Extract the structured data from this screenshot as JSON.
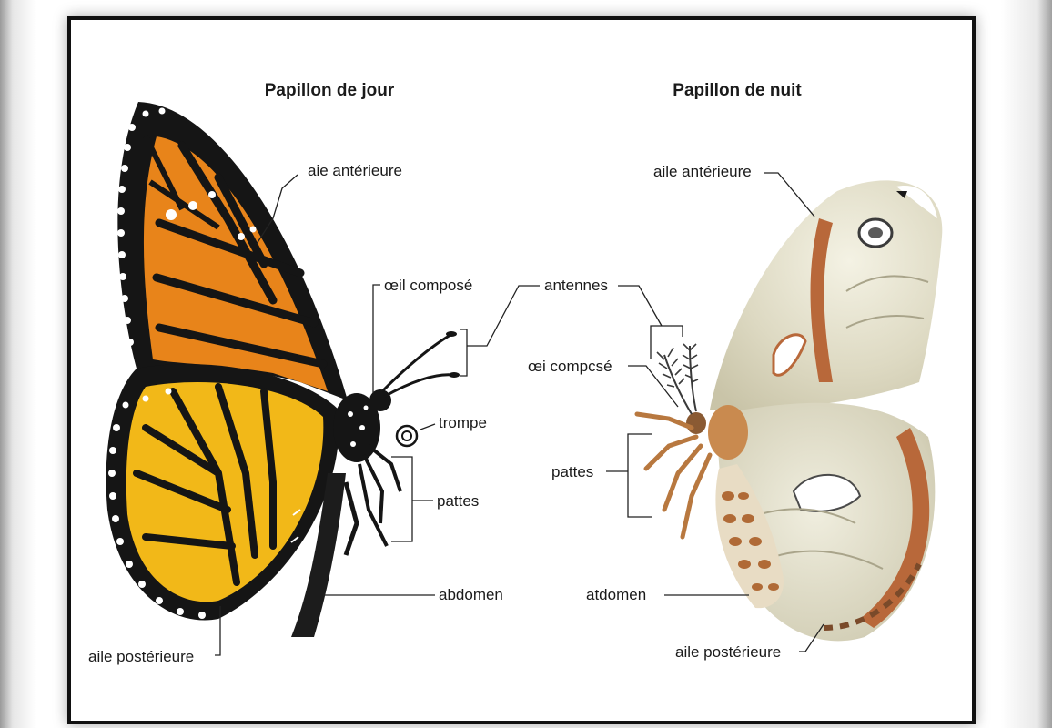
{
  "titles": {
    "day": "Papillon de jour",
    "night": "Papillon de nuit"
  },
  "day_labels": {
    "forewing": "aie antérieure",
    "eye": "œil composé",
    "antennae": "antennes",
    "proboscis": "trompe",
    "legs": "pattes",
    "abdomen": "abdomen",
    "hindwing": "aile postérieure"
  },
  "night_labels": {
    "forewing": "aile antérieure",
    "eye": "œi compcsé",
    "legs": "pattes",
    "abdomen": "atdomen",
    "hindwing": "aile postérieure"
  },
  "colors": {
    "monarch_orange": "#e8841a",
    "monarch_yellow": "#f2b818",
    "monarch_black": "#151515",
    "moth_cream": "#e9e6d2",
    "moth_brown": "#b8683a",
    "frame": "#111111"
  }
}
